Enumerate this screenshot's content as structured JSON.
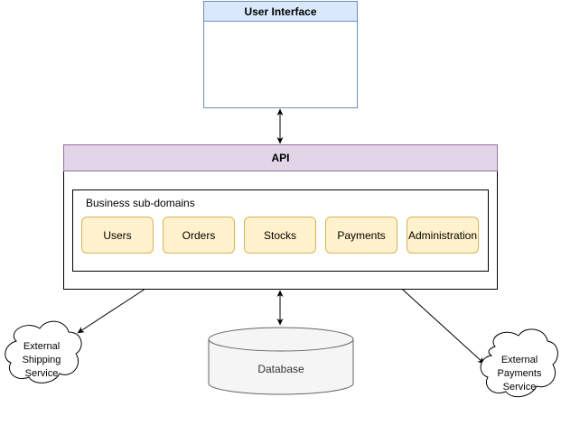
{
  "user_interface": {
    "title": "User Interface"
  },
  "api": {
    "title": "API"
  },
  "business": {
    "label": "Business sub-domains",
    "modules": [
      "Users",
      "Orders",
      "Stocks",
      "Payments",
      "Administration"
    ]
  },
  "database": {
    "label": "Database"
  },
  "external_shipping": {
    "line1": "External",
    "line2": "Shipping",
    "line3": "Service"
  },
  "external_payments": {
    "line1": "External",
    "line2": "Payments",
    "line3": "Service"
  },
  "colors": {
    "ui_fill": "#dae8fc",
    "ui_stroke": "#6c8ebf",
    "api_fill": "#e1d5e7",
    "api_stroke": "#9673a6",
    "module_fill": "#fff2cc",
    "module_stroke": "#d6b656",
    "db_fill": "#f5f5f5",
    "db_stroke": "#666666"
  }
}
